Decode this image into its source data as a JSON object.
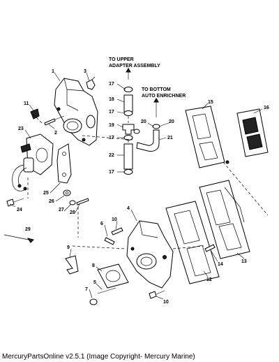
{
  "caption": "MercuryPartsOnline v2.5.1 (Image Copyright- Mercury Marine)",
  "headings": {
    "upper_line1": "TO UPPER",
    "upper_line2": "ADAPTER ASSEMBLY",
    "bottom_line1": "TO BOTTOM",
    "bottom_line2": "AUTO ENRICHNER"
  },
  "callouts": {
    "c1": "1",
    "c2": "2",
    "c3": "3",
    "c4": "4",
    "c5": "5",
    "c6": "6",
    "c7": "7",
    "c8": "8",
    "c9": "9",
    "c10a": "10",
    "c10b": "10",
    "c11": "11",
    "c12": "12",
    "c13": "13",
    "c14": "14",
    "c15": "15",
    "c16": "16",
    "c17a": "17",
    "c17b": "17",
    "c17c": "17",
    "c17d": "17",
    "c18": "18",
    "c19": "19",
    "c20a": "20",
    "c20b": "20",
    "c21": "21",
    "c22": "22",
    "c23": "23",
    "c24": "24",
    "c25": "25",
    "c26": "26",
    "c27": "27",
    "c28": "28",
    "c29": "29"
  }
}
